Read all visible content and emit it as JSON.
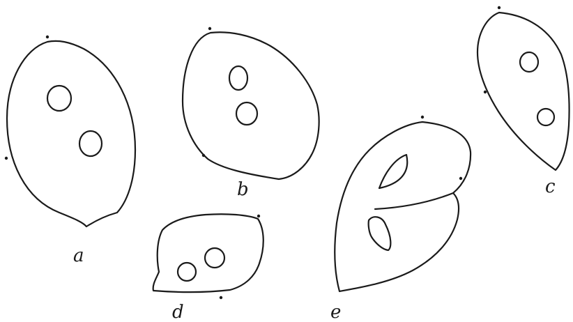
{
  "figure": {
    "panels": [
      {
        "id": "a",
        "label": "a"
      },
      {
        "id": "b",
        "label": "b"
      },
      {
        "id": "c",
        "label": "c"
      },
      {
        "id": "d",
        "label": "d"
      },
      {
        "id": "e",
        "label": "e"
      }
    ]
  }
}
